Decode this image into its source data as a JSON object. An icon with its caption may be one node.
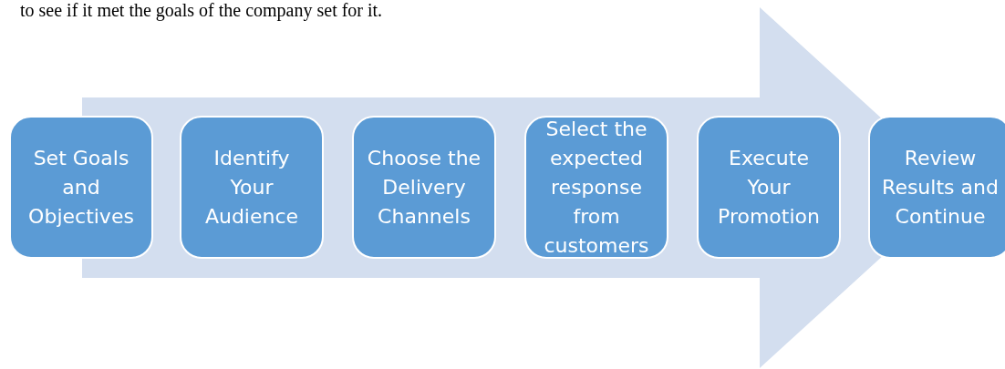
{
  "diagram": {
    "nodes": [
      {
        "text": [
          "Set Goals and Objectives"
        ]
      },
      {
        "text": [
          "Identify Your Audience"
        ]
      },
      {
        "text": [
          "Choose the Delivery Channels"
        ]
      },
      {
        "text": [
          "Select the expected response from customers"
        ]
      },
      {
        "text": [
          "Execute Your Promotion"
        ]
      },
      {
        "text": [
          "Review Results and Continue"
        ]
      }
    ],
    "edges": [
      {
        "from": 0,
        "to": 5,
        "arrow": "to"
      }
    ],
    "labels": [
      "to see if it met the goals of the company set for it."
    ]
  }
}
